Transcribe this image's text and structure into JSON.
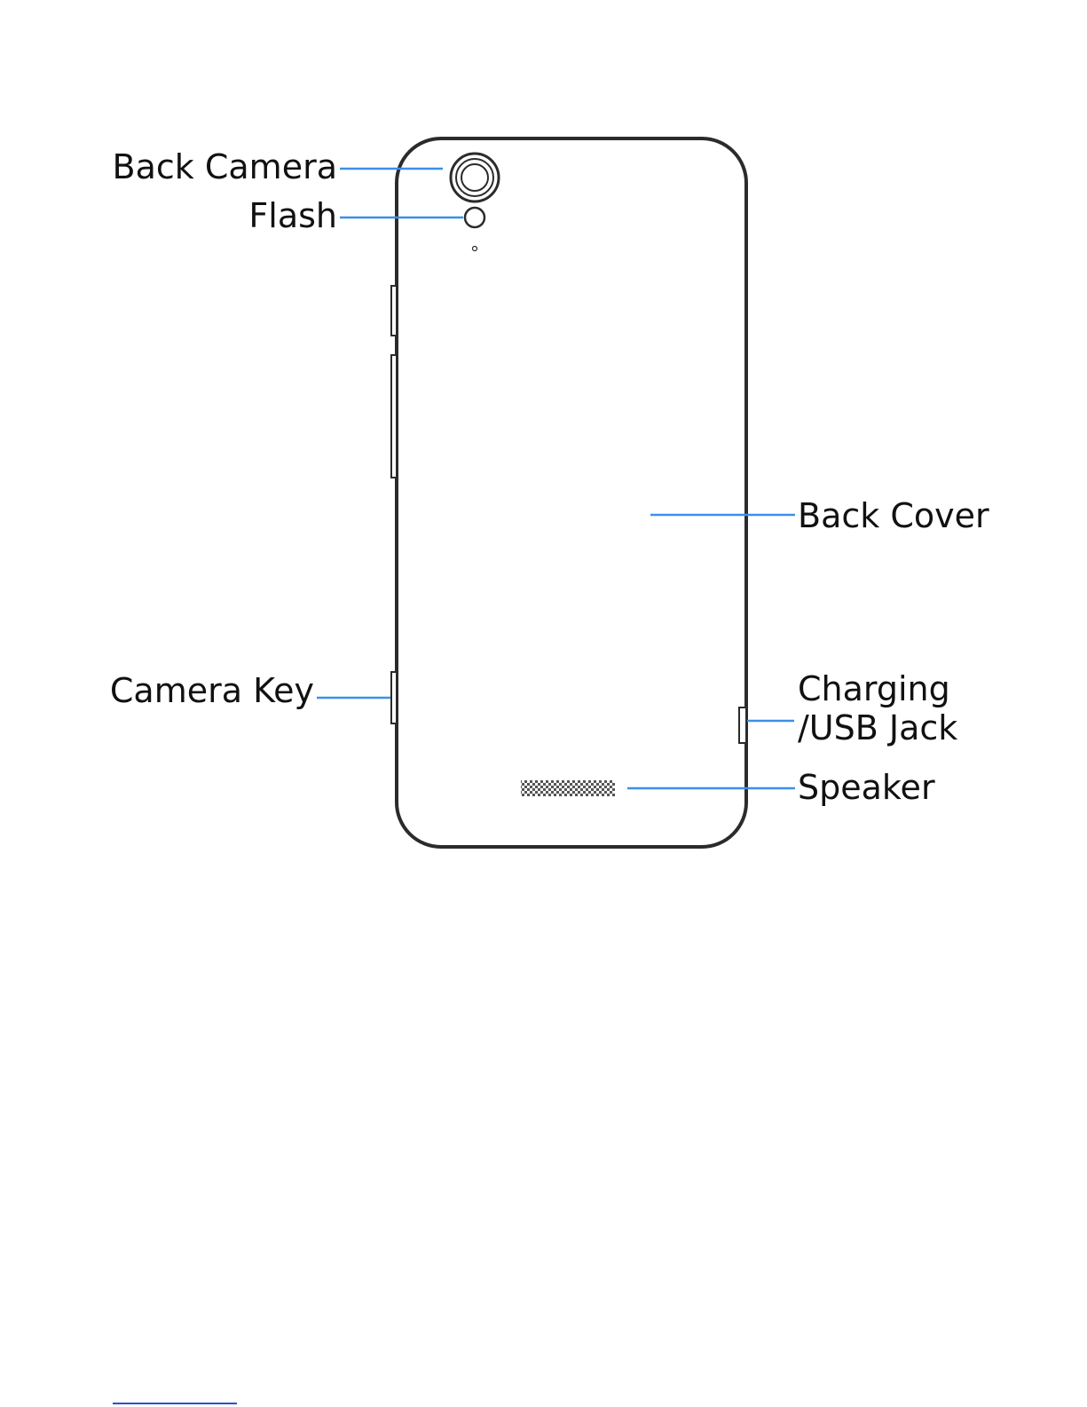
{
  "labels": {
    "back_camera": "Back Camera",
    "flash": "Flash",
    "back_cover": "Back Cover",
    "camera_key": "Camera Key",
    "charging_line1": "Charging",
    "charging_line2": "/USB Jack",
    "speaker": "Speaker"
  },
  "colors": {
    "outline": "#2b2b2b",
    "leader_line": "#3d8fe8",
    "footer_rule": "#2a4fd6"
  }
}
